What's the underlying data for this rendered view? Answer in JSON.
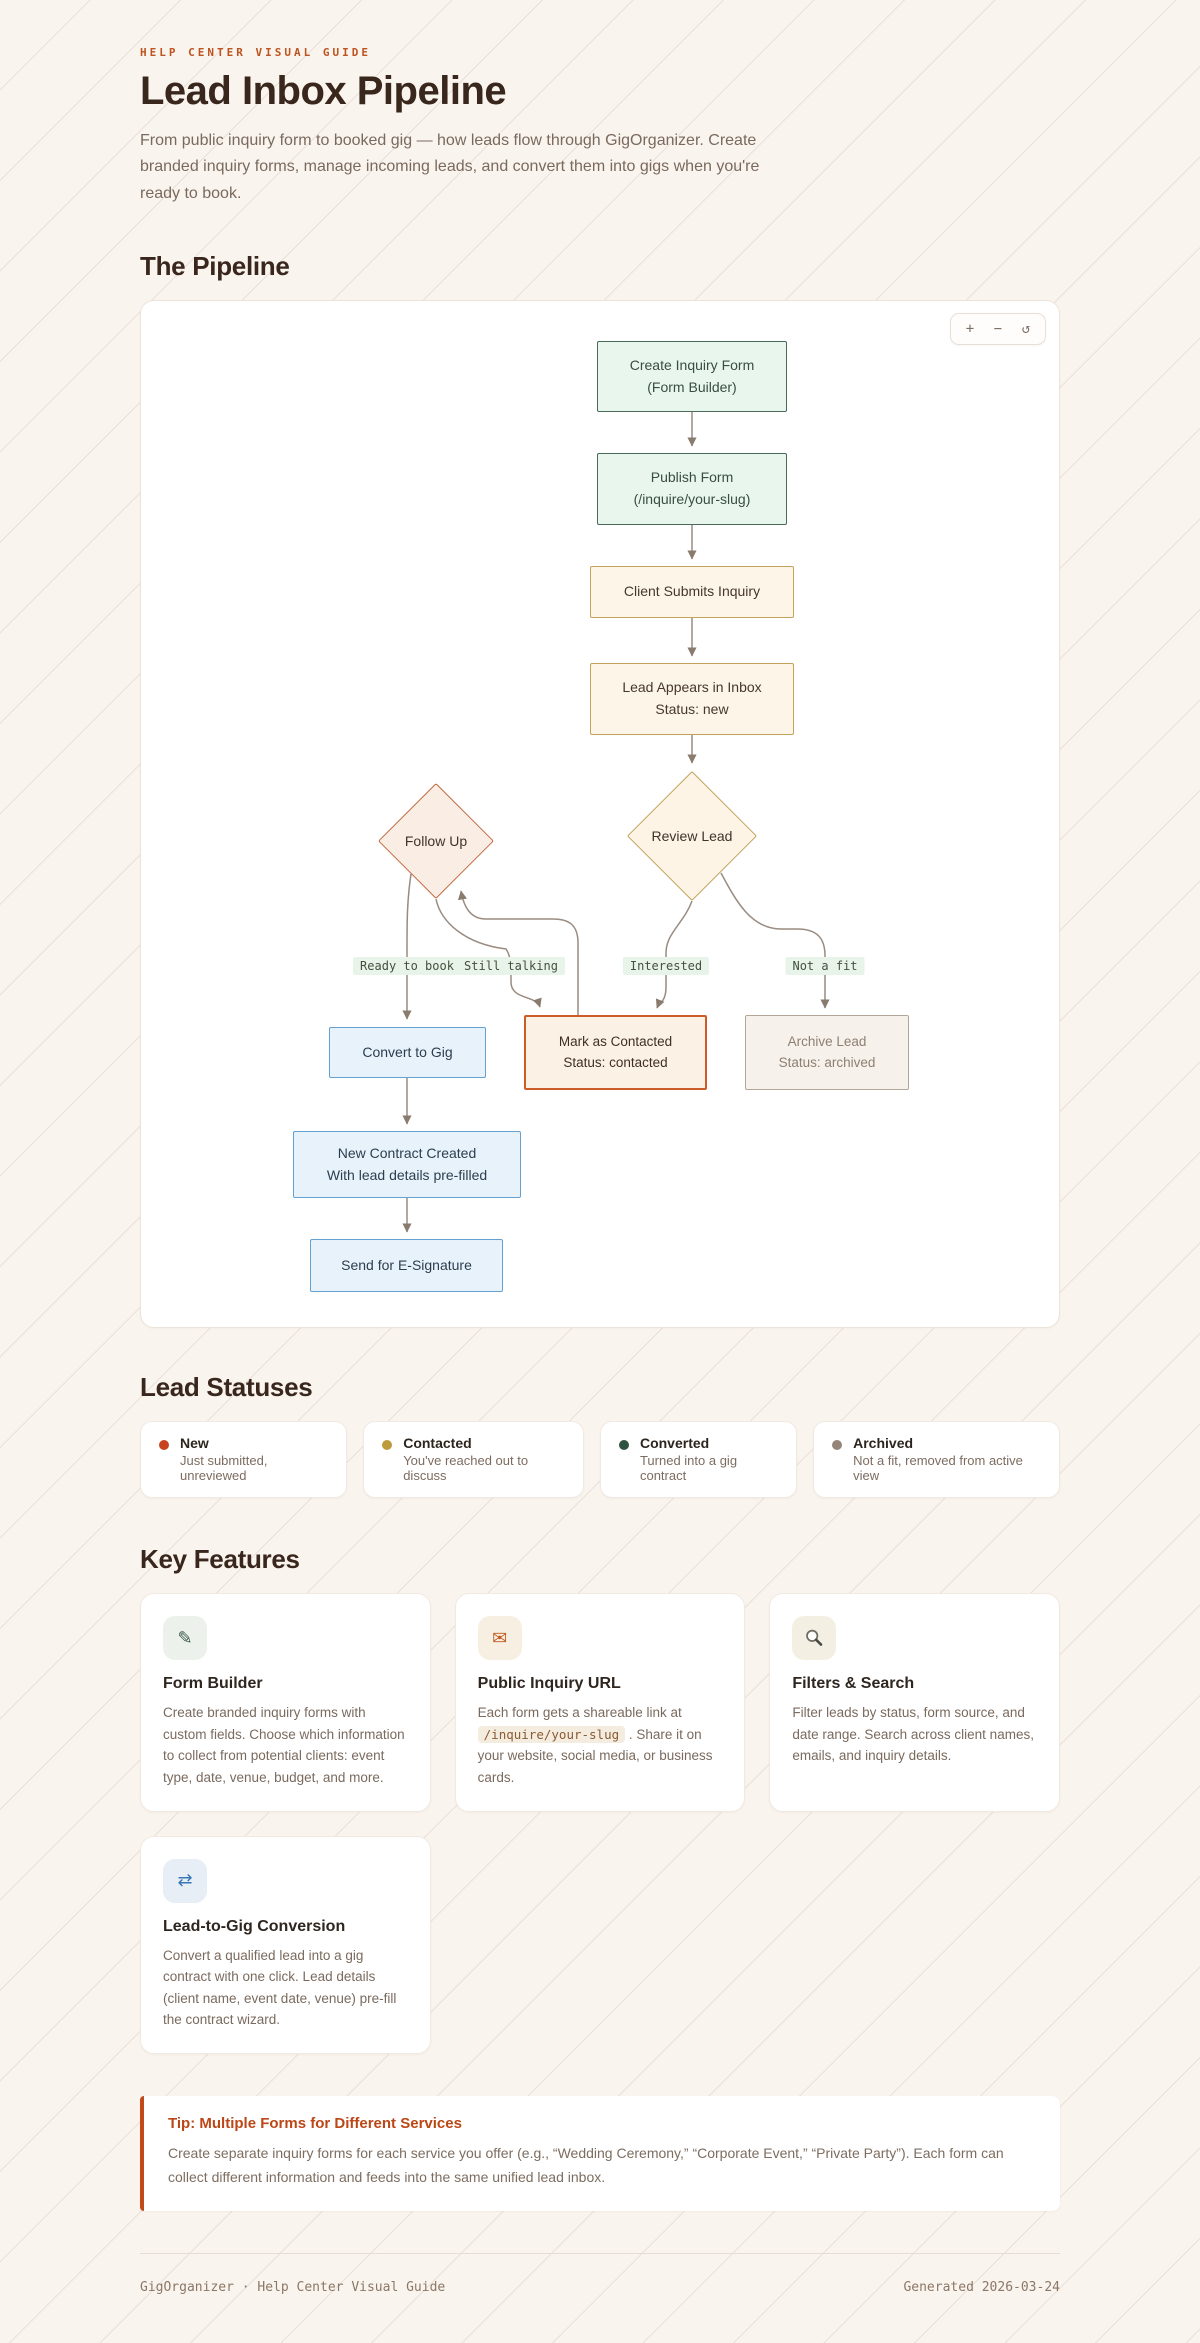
{
  "page": {
    "eyebrow": "HELP CENTER VISUAL GUIDE",
    "title": "Lead Inbox Pipeline",
    "description": "From public inquiry form to booked gig — how leads flow through GigOrganizer. Create branded inquiry forms, manage incoming leads, and convert them into gigs when you're ready to book."
  },
  "pipeline": {
    "heading": "The Pipeline",
    "controls": {
      "zoom_in": "+",
      "zoom_out": "−",
      "reset": "↺"
    },
    "nodes": {
      "create_form": {
        "line1": "Create Inquiry Form",
        "line2": "(Form Builder)"
      },
      "publish_form": {
        "line1": "Publish Form",
        "line2": "(/inquire/your-slug)"
      },
      "client_submits": {
        "line1": "Client Submits Inquiry"
      },
      "lead_appears": {
        "line1": "Lead Appears in Inbox",
        "line2": "Status: new"
      },
      "review_lead": {
        "line1": "Review Lead"
      },
      "follow_up": {
        "line1": "Follow Up"
      },
      "convert": {
        "line1": "Convert to Gig"
      },
      "mark_contacted": {
        "line1": "Mark as Contacted",
        "line2": "Status: contacted"
      },
      "archive": {
        "line1": "Archive Lead",
        "line2": "Status: archived"
      },
      "new_contract": {
        "line1": "New Contract Created",
        "line2": "With lead details pre-filled"
      },
      "esign": {
        "line1": "Send for E-Signature"
      }
    },
    "edge_labels": {
      "ready": "Ready to book",
      "talking": "Still talking",
      "interested": "Interested",
      "not_fit": "Not a fit"
    }
  },
  "statuses": {
    "heading": "Lead Statuses",
    "items": [
      {
        "name": "New",
        "desc": "Just submitted, unreviewed",
        "color": "#c7431f"
      },
      {
        "name": "Contacted",
        "desc": "You've reached out to discuss",
        "color": "#bd9b3a"
      },
      {
        "name": "Converted",
        "desc": "Turned into a gig contract",
        "color": "#2f5243"
      },
      {
        "name": "Archived",
        "desc": "Not a fit, removed from active view",
        "color": "#94857a"
      }
    ]
  },
  "features": {
    "heading": "Key Features",
    "items": [
      {
        "icon": "pencil-icon",
        "glyph": "✎",
        "title": "Form Builder",
        "desc": "Create branded inquiry forms with custom fields. Choose which information to collect from potential clients: event type, date, venue, budget, and more."
      },
      {
        "icon": "envelope-icon",
        "glyph": "✉",
        "title": "Public Inquiry URL",
        "desc_pre": "Each form gets a shareable link at ",
        "code": "/inquire/your-slug",
        "desc_post": " . Share it on your website, social media, or business cards."
      },
      {
        "icon": "search-icon",
        "glyph": "",
        "title": "Filters & Search",
        "desc": "Filter leads by status, form source, and date range. Search across client names, emails, and inquiry details."
      },
      {
        "icon": "swap-icon",
        "glyph": "⇄",
        "title": "Lead-to-Gig Conversion",
        "desc": "Convert a qualified lead into a gig contract with one click. Lead details (client name, event date, venue) pre-fill the contract wizard."
      }
    ]
  },
  "tip": {
    "title": "Tip: Multiple Forms for Different Services",
    "body": "Create separate inquiry forms for each service you offer (e.g., “Wedding Ceremony,” “Corporate Event,” “Private Party”). Each form can collect different information and feeds into the same unified lead inbox."
  },
  "footer": {
    "left": "GigOrganizer · Help Center Visual Guide",
    "right": "Generated 2026-03-24"
  }
}
